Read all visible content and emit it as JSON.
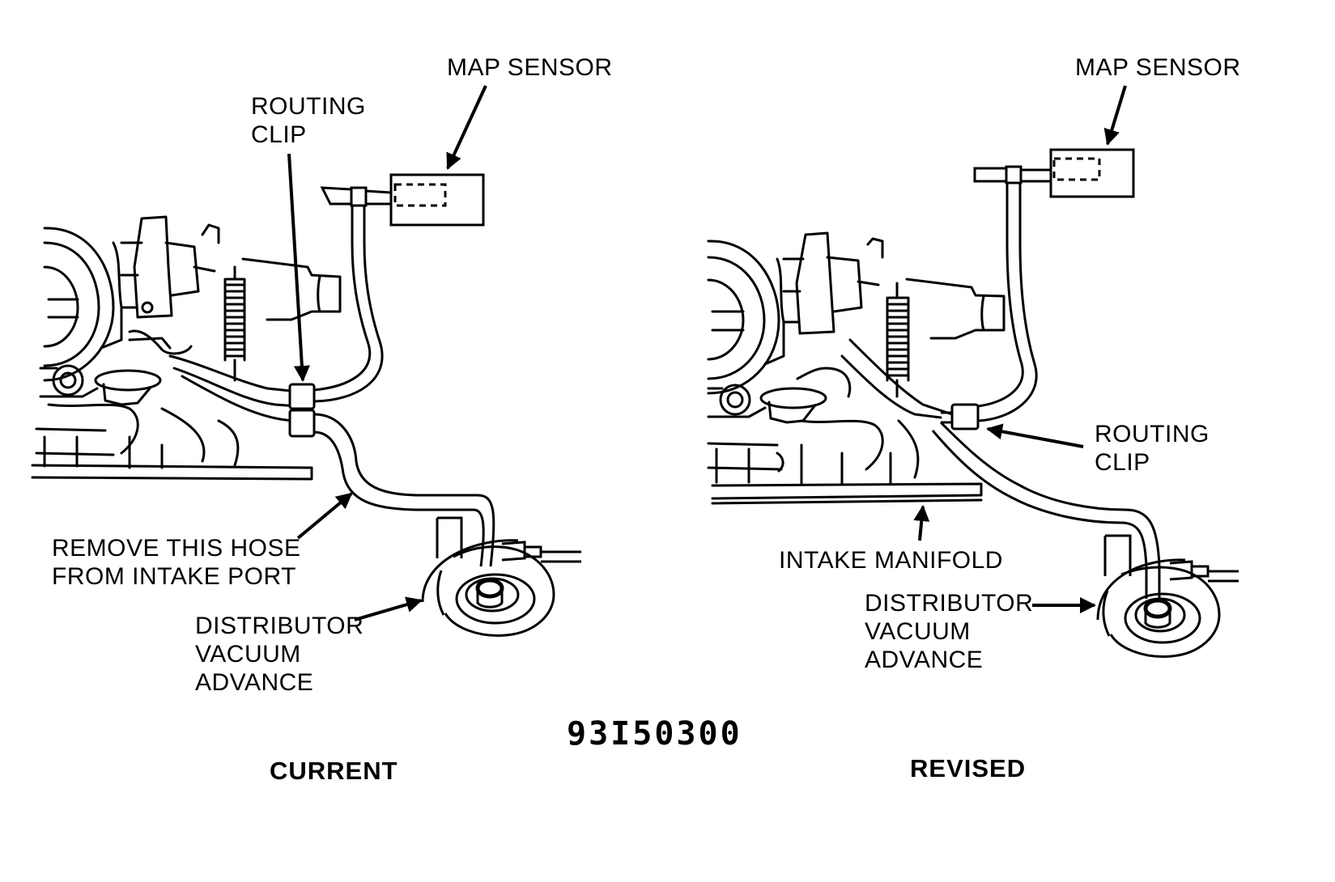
{
  "left_panel": {
    "caption": "CURRENT",
    "labels": {
      "map_sensor": "MAP SENSOR",
      "routing_clip": [
        "ROUTING",
        "CLIP"
      ],
      "remove_hose": [
        "REMOVE THIS HOSE",
        "FROM INTAKE PORT"
      ],
      "distributor": [
        "DISTRIBUTOR",
        "VACUUM",
        "ADVANCE"
      ]
    }
  },
  "right_panel": {
    "caption": "REVISED",
    "labels": {
      "map_sensor": "MAP SENSOR",
      "routing_clip": [
        "ROUTING",
        "CLIP"
      ],
      "intake_manifold": "INTAKE MANIFOLD",
      "distributor": [
        "DISTRIBUTOR",
        "VACUUM",
        "ADVANCE"
      ]
    }
  },
  "figure_code": "93I50300"
}
